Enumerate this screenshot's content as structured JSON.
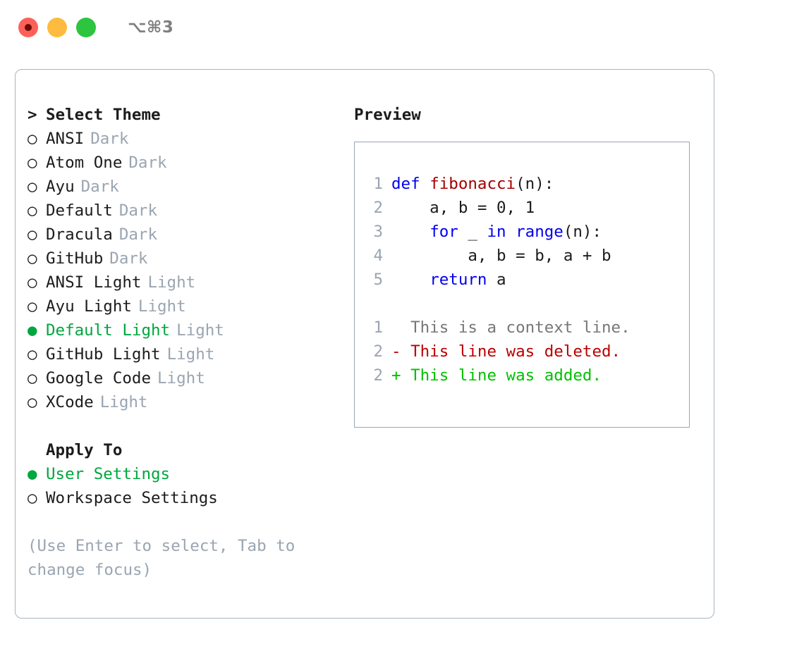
{
  "titlebar": {
    "shortcut": "⌥⌘3",
    "buttons": [
      {
        "name": "close",
        "color": "#fc6058"
      },
      {
        "name": "minimize",
        "color": "#fdbc40"
      },
      {
        "name": "maximize",
        "color": "#2dc53f"
      }
    ]
  },
  "theme_picker": {
    "header_prefix": ">",
    "header": "Select Theme",
    "selected_bullet": "●",
    "unselected_bullet": "○",
    "items": [
      {
        "label": "ANSI",
        "variant": "Dark",
        "selected": false
      },
      {
        "label": "Atom One",
        "variant": "Dark",
        "selected": false
      },
      {
        "label": "Ayu",
        "variant": "Dark",
        "selected": false
      },
      {
        "label": "Default",
        "variant": "Dark",
        "selected": false
      },
      {
        "label": "Dracula",
        "variant": "Dark",
        "selected": false
      },
      {
        "label": "GitHub",
        "variant": "Dark",
        "selected": false
      },
      {
        "label": "ANSI Light",
        "variant": "Light",
        "selected": false
      },
      {
        "label": "Ayu Light",
        "variant": "Light",
        "selected": false
      },
      {
        "label": "Default Light",
        "variant": "Light",
        "selected": true
      },
      {
        "label": "GitHub Light",
        "variant": "Light",
        "selected": false
      },
      {
        "label": "Google Code",
        "variant": "Light",
        "selected": false
      },
      {
        "label": "XCode",
        "variant": "Light",
        "selected": false
      }
    ]
  },
  "apply_to": {
    "header": "Apply To",
    "items": [
      {
        "label": "User Settings",
        "selected": true
      },
      {
        "label": "Workspace Settings",
        "selected": false
      }
    ]
  },
  "hint": "(Use Enter to select, Tab to change focus)",
  "preview": {
    "title": "Preview",
    "code_lines": [
      {
        "no": "1",
        "segments": [
          {
            "t": "def ",
            "c": "kw"
          },
          {
            "t": "fibonacci",
            "c": "fn"
          },
          {
            "t": "(n):",
            "c": "ctext"
          }
        ]
      },
      {
        "no": "2",
        "segments": [
          {
            "t": "    a, b = 0, 1",
            "c": "ctext"
          }
        ]
      },
      {
        "no": "3",
        "segments": [
          {
            "t": "    ",
            "c": "ctext"
          },
          {
            "t": "for ",
            "c": "kw"
          },
          {
            "t": "_ ",
            "c": "ctext"
          },
          {
            "t": "in ",
            "c": "kw"
          },
          {
            "t": "range",
            "c": "kw"
          },
          {
            "t": "(n):",
            "c": "ctext"
          }
        ]
      },
      {
        "no": "4",
        "segments": [
          {
            "t": "        a, b = b, a + b",
            "c": "ctext"
          }
        ]
      },
      {
        "no": "5",
        "segments": [
          {
            "t": "    ",
            "c": "ctext"
          },
          {
            "t": "return ",
            "c": "kw"
          },
          {
            "t": "a",
            "c": "ctext"
          }
        ]
      }
    ],
    "diff_lines": [
      {
        "no": "1",
        "marker": " ",
        "text": " This is a context line.",
        "kind": "ctx"
      },
      {
        "no": "2",
        "marker": "-",
        "text": " This line was deleted.",
        "kind": "del"
      },
      {
        "no": "2",
        "marker": "+",
        "text": " This line was added.",
        "kind": "add"
      }
    ]
  },
  "colors": {
    "accent_green": "#00a63f",
    "muted": "#9aa5b1",
    "keyword_blue": "#0000ee",
    "function_red": "#a50000",
    "diff_add": "#00c000",
    "diff_del": "#bb0000",
    "border": "#aab4c0"
  }
}
